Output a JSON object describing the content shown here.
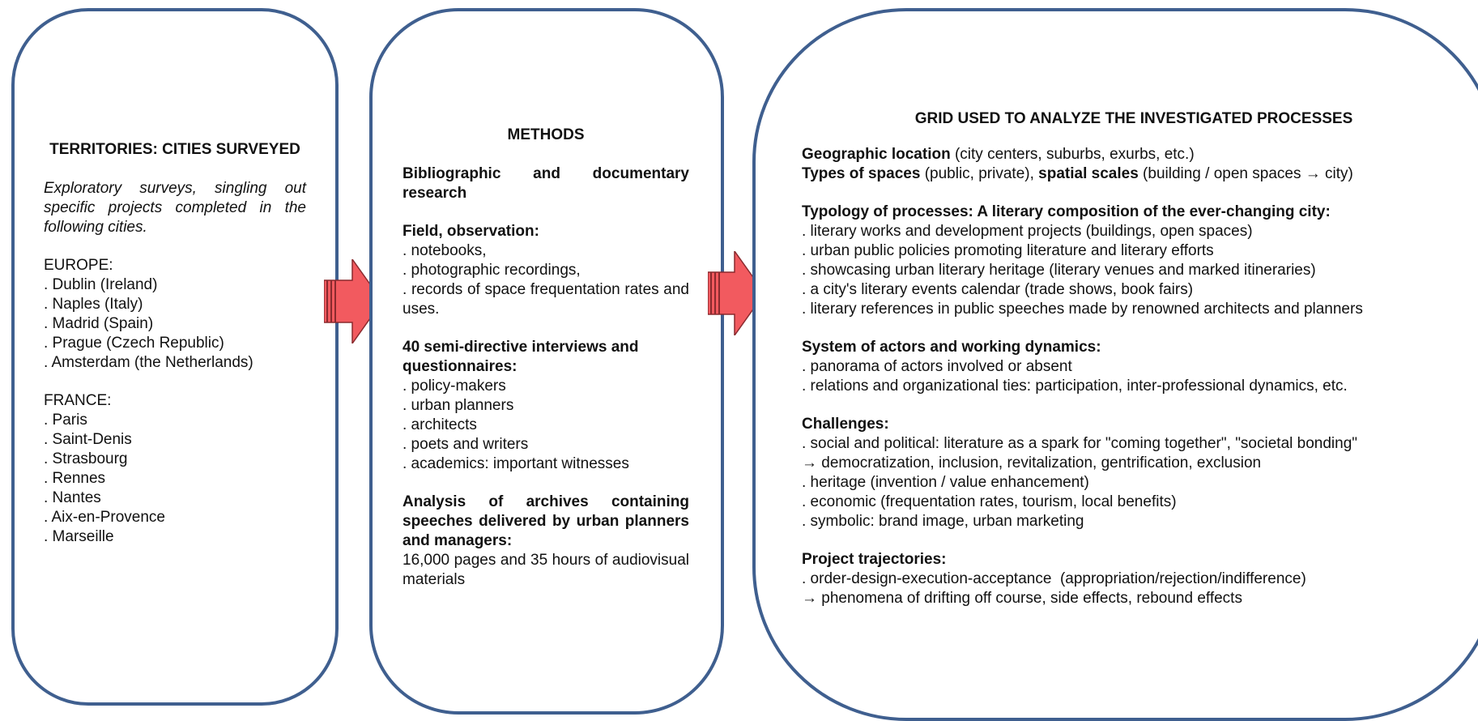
{
  "territories": {
    "title": "TERRITORIES: CITIES SURVEYED",
    "intro": "Exploratory surveys, singling out specific projects completed in the following cities.",
    "europe_heading": "EUROPE:",
    "europe": [
      ". Dublin (Ireland)",
      ". Naples (Italy)",
      ". Madrid (Spain)",
      ". Prague (Czech Republic)",
      ". Amsterdam (the Netherlands)"
    ],
    "france_heading": "FRANCE:",
    "france": [
      ". Paris",
      ". Saint-Denis",
      ". Strasbourg",
      ". Rennes",
      ". Nantes",
      ". Aix-en-Provence",
      ". Marseille"
    ]
  },
  "methods": {
    "title": "METHODS",
    "biblio": "Bibliographic and documentary research",
    "field_heading": "Field, observation:",
    "field": [
      ". notebooks,",
      ". photographic recordings,",
      ". records of space frequentation rates and uses."
    ],
    "interviews_heading": "40 semi-directive interviews and questionnaires:",
    "interviews": [
      ". policy-makers",
      ". urban planners",
      ". architects",
      ". poets and writers",
      ". academics: important witnesses"
    ],
    "archives_heading": "Analysis of archives containing speeches delivered by urban planners and managers:",
    "archives_text": "16,000 pages and 35 hours of audiovisual materials"
  },
  "grid": {
    "title": "GRID USED TO ANALYZE THE INVESTIGATED PROCESSES",
    "geo_bold": "Geographic location",
    "geo_rest": " (city centers, suburbs, exurbs, etc.)",
    "types_bold": "Types of spaces",
    "types_mid": " (public, private), ",
    "scales_bold": "spatial scales",
    "scales_rest": " (building / open spaces → city)",
    "typology_heading": "Typology of processes: A literary composition of the ever-changing city:",
    "typology": [
      ". literary works and development projects (buildings, open spaces)",
      ". urban public policies promoting literature and literary efforts",
      ". showcasing urban literary heritage (literary venues and marked itineraries)",
      ". a city's literary events calendar (trade shows, book fairs)",
      ". literary references in public speeches made by renowned architects and planners"
    ],
    "actors_heading": "System of actors and working dynamics:",
    "actors": [
      ". panorama of actors involved or absent",
      ". relations and organizational ties: participation, inter-professional dynamics, etc."
    ],
    "challenges_heading": "Challenges:",
    "challenges": [
      ". social and political: literature as a spark for \"coming together\", \"societal bonding\"",
      "→ democratization, inclusion, revitalization, gentrification, exclusion",
      ". heritage (invention / value enhancement)",
      ". economic (frequentation rates, tourism, local benefits)",
      ". symbolic: brand image, urban marketing"
    ],
    "trajectories_heading": "Project trajectories:",
    "trajectories": [
      ". order-design-execution-acceptance  (appropriation/rejection/indifference)",
      "→ phenomena of drifting off course, side effects, rebound effects"
    ]
  },
  "colors": {
    "border": "#3f5f8f",
    "arrow_fill": "#f25a5f",
    "arrow_stroke": "#8a2a2e"
  }
}
